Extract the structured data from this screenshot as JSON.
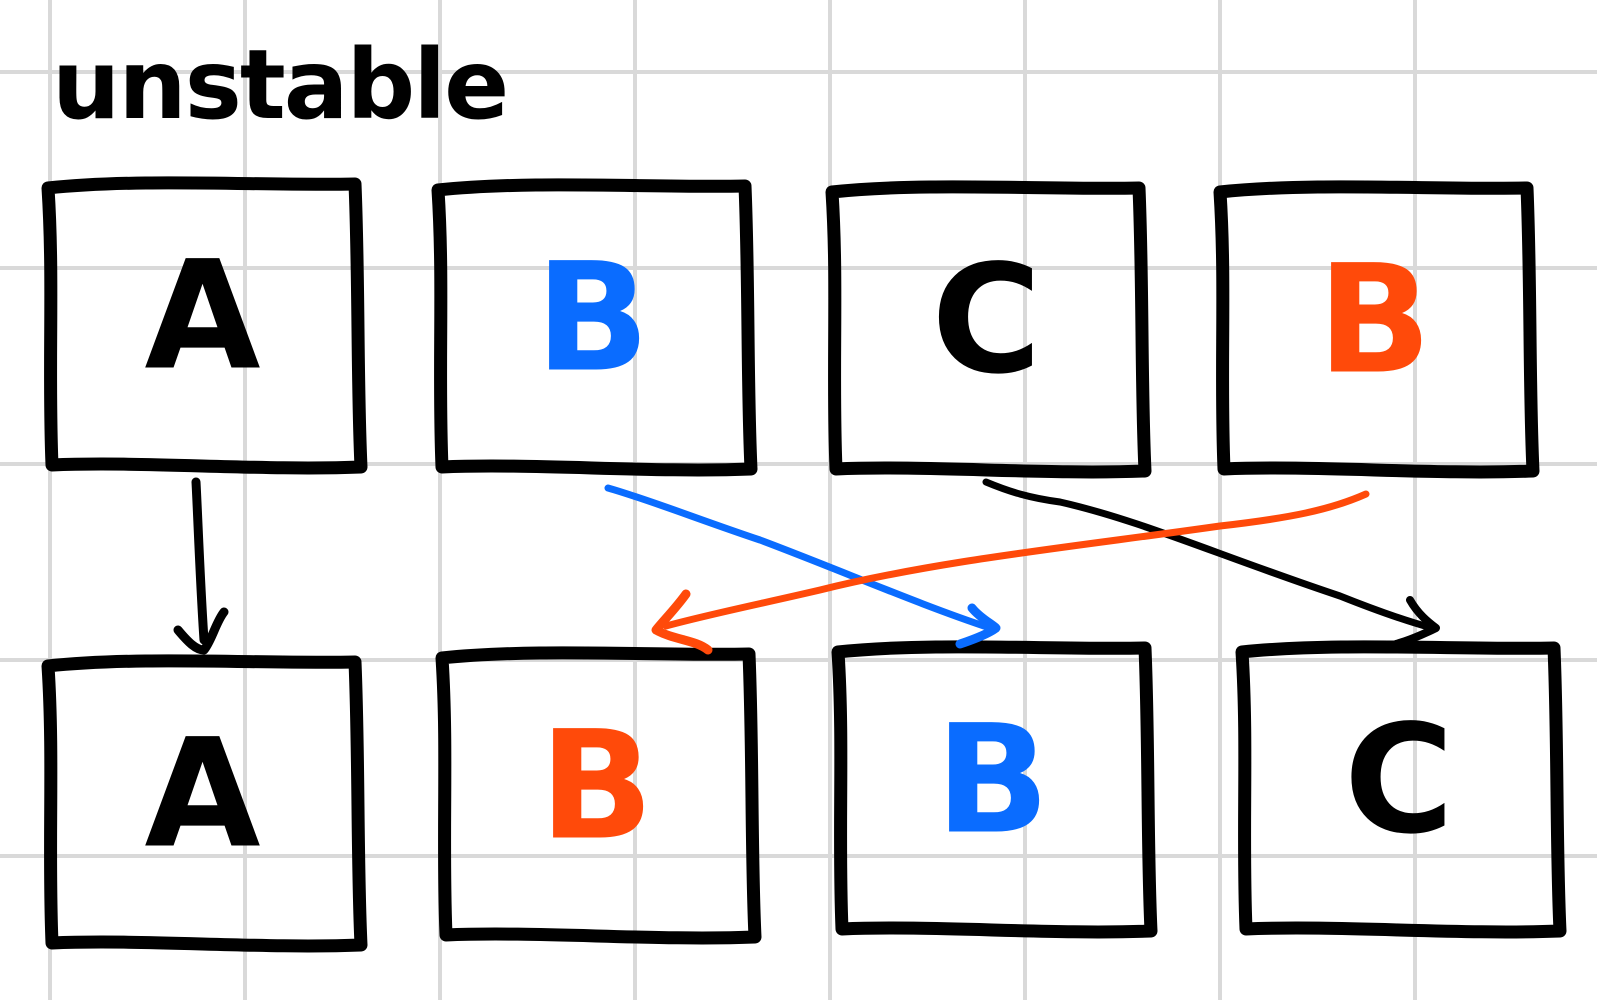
{
  "title": "unstable",
  "colors": {
    "ink": "#000000",
    "blue": "#0a6cff",
    "orange": "#ff4a0a",
    "grid": "#d9d9d9",
    "background": "#ffffff"
  },
  "top_row": {
    "boxes": [
      {
        "label": "A",
        "color": "#000000"
      },
      {
        "label": "B",
        "color": "#0a6cff"
      },
      {
        "label": "C",
        "color": "#000000"
      },
      {
        "label": "B",
        "color": "#ff4a0a"
      }
    ]
  },
  "bottom_row": {
    "boxes": [
      {
        "label": "A",
        "color": "#000000"
      },
      {
        "label": "B",
        "color": "#ff4a0a"
      },
      {
        "label": "B",
        "color": "#0a6cff"
      },
      {
        "label": "C",
        "color": "#000000"
      }
    ]
  },
  "arrows": [
    {
      "from": "top-A",
      "to": "bottom-A",
      "color": "#000000"
    },
    {
      "from": "top-B-blue",
      "to": "bottom-B-blue",
      "color": "#0a6cff"
    },
    {
      "from": "top-C",
      "to": "bottom-C",
      "color": "#000000"
    },
    {
      "from": "top-B-orange",
      "to": "bottom-B-orange",
      "color": "#ff4a0a"
    }
  ]
}
